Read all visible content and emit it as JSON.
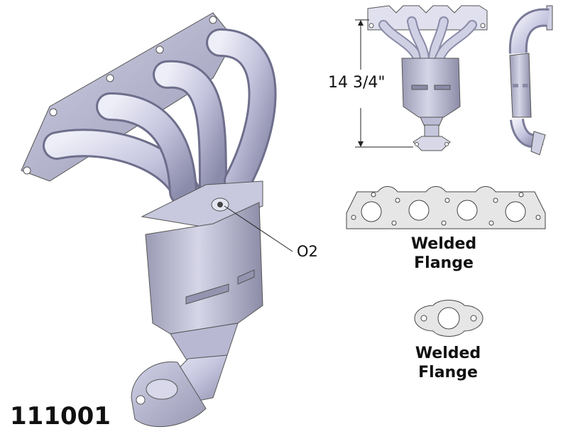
{
  "part_number": "111001",
  "callouts": {
    "o2_sensor": "O2",
    "height": "14 3/4\""
  },
  "flanges": {
    "header_flange_label": "Welded\nFlange",
    "outlet_flange_label": "Welded\nFlange"
  },
  "colors": {
    "metal_light": "#d8d8ee",
    "metal_mid": "#b4b4d2",
    "metal_dark": "#7a7a98",
    "flange_fill": "#e4e4e4",
    "outline": "#333333"
  },
  "icons": [
    "exhaust-manifold-illustration",
    "front-view-illustration",
    "side-view-illustration",
    "header-flange-icon",
    "outlet-flange-icon"
  ]
}
